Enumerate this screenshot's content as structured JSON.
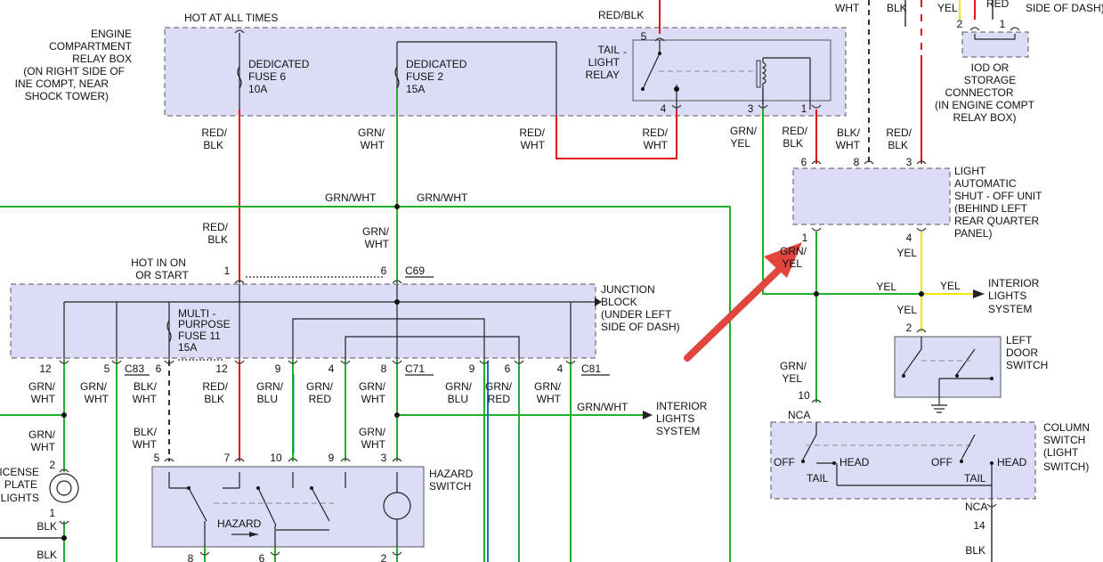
{
  "labels": {
    "engine_box": [
      "ENGINE",
      "COMPARTMENT",
      "RELAY BOX",
      "(ON RIGHT SIDE OF",
      "INE COMPT, NEAR",
      "SHOCK TOWER)"
    ],
    "hot_at_all_times": "HOT AT ALL TIMES",
    "fuse6": [
      "DEDICATED",
      "FUSE 6",
      "10A"
    ],
    "fuse2": [
      "DEDICATED",
      "FUSE 2",
      "15A"
    ],
    "tail_relay": [
      "TAIL",
      "LIGHT",
      "RELAY"
    ],
    "red_blk_top": "RED/BLK",
    "wht_top": "WHT",
    "blk_top": "BLK",
    "yel_top": "YEL",
    "red_top": "RED",
    "side_of_dash_top": "SIDE OF DASH)",
    "iod": [
      "IOD OR",
      "STORAGE",
      "CONNECTOR",
      "(IN ENGINE COMPT",
      "RELAY BOX)"
    ],
    "laso": [
      "LIGHT",
      "AUTOMATIC",
      "SHUT    - OFF UNIT",
      "(BEHIND LEFT",
      "REAR QUARTER",
      "PANEL)"
    ],
    "hot_in_on": [
      "HOT IN ON",
      "OR START"
    ],
    "junction": [
      "JUNCTION",
      "BLOCK",
      "(UNDER LEFT",
      "SIDE OF DASH)"
    ],
    "mpfuse": [
      "MULTI         -",
      "PURPOSE",
      "FUSE 11",
      "15A"
    ],
    "interior1": [
      "INTERIOR",
      "LIGHTS",
      "SYSTEM"
    ],
    "interior2": [
      "INTERIOR",
      "LIGHTS",
      "SYSTEM"
    ],
    "left_door": [
      "LEFT",
      "DOOR",
      "SWITCH"
    ],
    "column": [
      "COLUMN",
      "SWITCH",
      "(LIGHT",
      "SWITCH)"
    ],
    "hazard_switch": [
      "HAZARD",
      "SWITCH"
    ],
    "hazard": "HAZARD",
    "license": [
      "LICENSE",
      "PLATE",
      "LIGHTS"
    ],
    "off1": "OFF",
    "head1": "HEAD",
    "tail1": "TAIL",
    "off2": "OFF",
    "head2": "HEAD",
    "tail2": "TAIL",
    "nca1": "NCA",
    "nca2": "NCA",
    "c69": "C69",
    "c71": "C71",
    "c81": "C81",
    "c83": "C83",
    "grn_wht": "GRN/WHT"
  },
  "wires": {
    "red_blk": [
      "RED/",
      "BLK"
    ],
    "grn_wht": [
      "GRN/",
      "WHT"
    ],
    "red_wht": [
      "RED/",
      "WHT"
    ],
    "grn_yel": [
      "GRN/",
      "YEL"
    ],
    "blk_wht": [
      "BLK/",
      "WHT"
    ],
    "grn_blu": [
      "GRN/",
      "BLU"
    ],
    "grn_red": [
      "GRN/",
      "RED"
    ],
    "yel": "YEL",
    "blk": "BLK"
  },
  "pins": [
    "5",
    "4",
    "3",
    "1",
    "6",
    "8",
    "3",
    "1",
    "4",
    "2",
    "1",
    "2",
    "1",
    "6",
    "12",
    "5",
    "6",
    "12",
    "9",
    "4",
    "8",
    "9",
    "6",
    "4",
    "5",
    "7",
    "10",
    "9",
    "3",
    "8",
    "6",
    "2",
    "10",
    "14",
    "2",
    "1"
  ],
  "colors": {
    "box_fill": "#dcdcf7",
    "red_wire": "#e01515",
    "green_wire": "#22b02a",
    "yellow_wire": "#f0e800",
    "arrow": "#e0463c"
  }
}
